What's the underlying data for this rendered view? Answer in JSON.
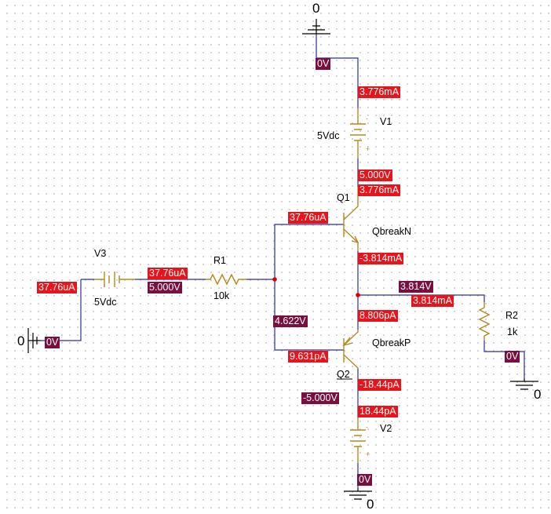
{
  "colors": {
    "wire": "#2c2ca8",
    "part": "#b5891e",
    "current_marker": "#e8141c",
    "voltage_marker": "#7a0f3f",
    "node": "#e00000"
  },
  "ground_labels": {
    "top": "0",
    "left": "0",
    "right": "0",
    "bottom": "0"
  },
  "parts": {
    "v1": {
      "name": "V1",
      "value": "5Vdc"
    },
    "v2": {
      "name": "V2"
    },
    "v3": {
      "name": "V3",
      "value": "5Vdc"
    },
    "r1": {
      "name": "R1",
      "value": "10k"
    },
    "r2": {
      "name": "R2",
      "value": "1k"
    },
    "q1": {
      "name": "Q1",
      "model": "QbreakN"
    },
    "q2": {
      "name": "Q2",
      "model": "QbreakP"
    }
  },
  "markers": {
    "v_top": "0V",
    "i_v1_top": "3.776mA",
    "v_q1_collector": "5.000V",
    "i_q1_collector": "3.776mA",
    "i_q1_base": "37.76uA",
    "i_q1_emitter": "-3.814mA",
    "v_output": "3.814V",
    "i_r2": "3.814mA",
    "i_q2_emitter": "8.806pA",
    "v_base_node": "4.622V",
    "i_q2_base": "9.631pA",
    "i_q2_collector": "-18.44pA",
    "v_neg_supply": "-5.000V",
    "i_v2_top": "18.44pA",
    "v_bottom": "0V",
    "i_v3": "37.76uA",
    "i_r1": "37.76uA",
    "v_r1_left": "5.000V",
    "v_left_ground": "0V",
    "v_r2_bottom": "0V"
  }
}
